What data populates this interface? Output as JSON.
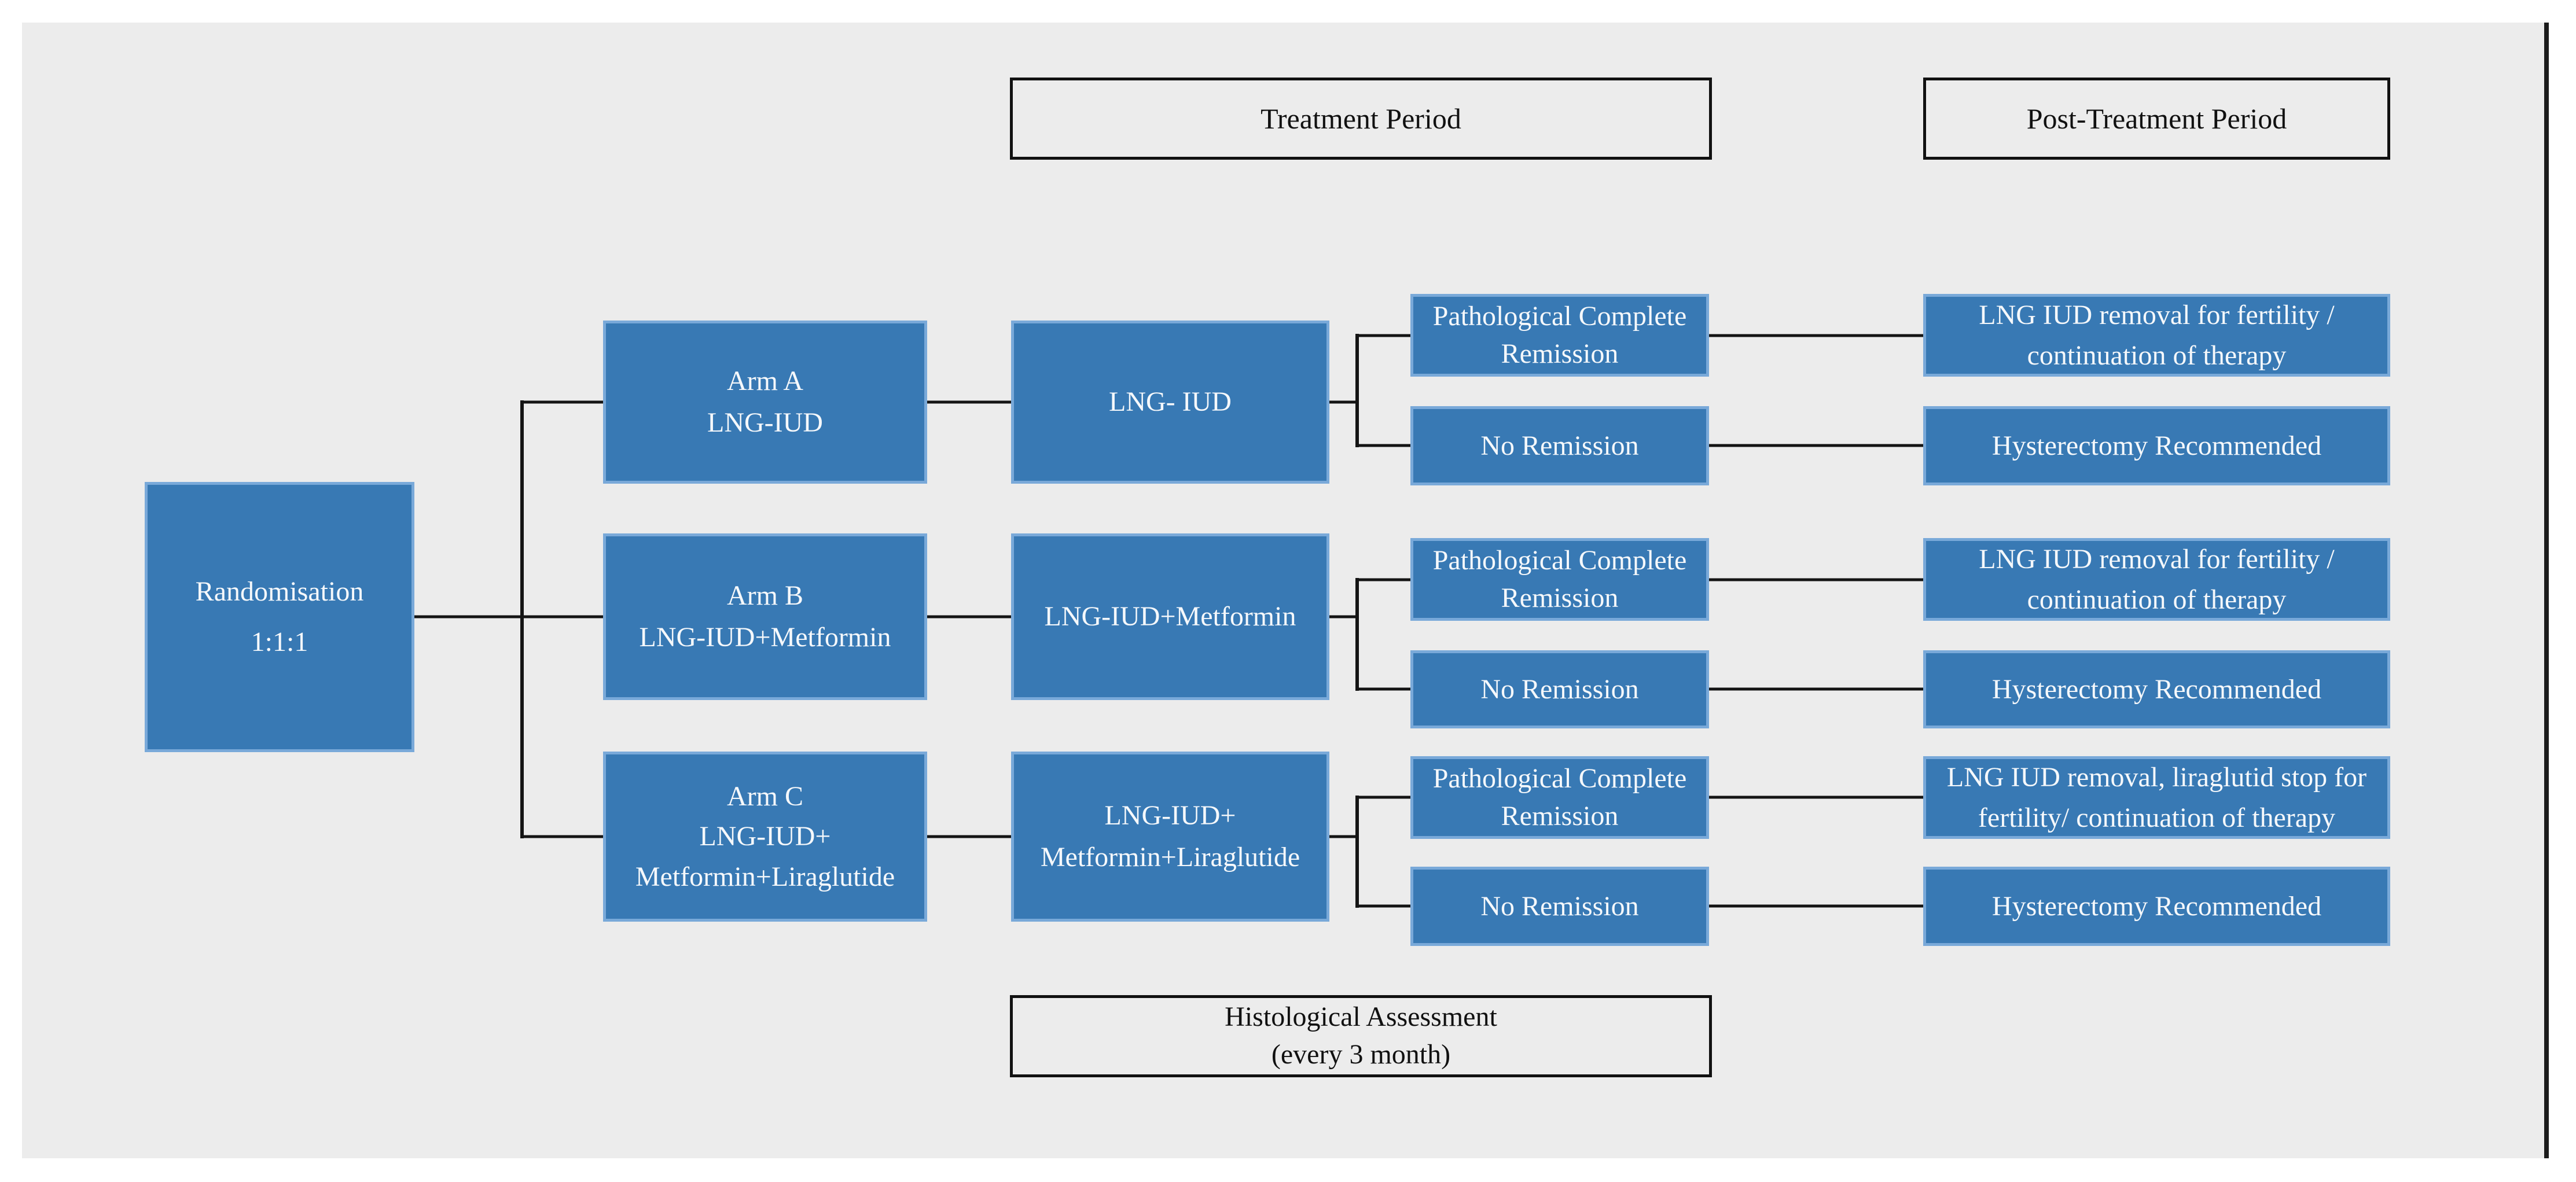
{
  "colors": {
    "panel_background": "#ECECEC",
    "box_fill": "#3879B4",
    "box_border": "#79A9D9",
    "connector": "#141414",
    "header_border": "#111111"
  },
  "headers": {
    "treatment_period": "Treatment Period",
    "post_treatment_period": "Post-Treatment Period"
  },
  "footer_box": {
    "lines": [
      "Histological Assessment",
      "(every 3 month)"
    ]
  },
  "flow": {
    "randomisation": {
      "lines": [
        "Randomisation",
        "1:1:1"
      ]
    },
    "arms": [
      {
        "lines": [
          "Arm A",
          "LNG-IUD"
        ]
      },
      {
        "lines": [
          "Arm B",
          "LNG-IUD+Metformin"
        ]
      },
      {
        "lines": [
          "Arm C",
          "LNG-IUD+",
          "Metformin+Liraglutide"
        ]
      }
    ],
    "treatments": [
      {
        "lines": [
          "LNG- IUD"
        ]
      },
      {
        "lines": [
          "LNG-IUD+Metformin"
        ]
      },
      {
        "lines": [
          "LNG-IUD+",
          "Metformin+Liraglutide"
        ]
      }
    ],
    "rows": [
      {
        "remission": "Pathological Complete Remission",
        "no_remission": "No Remission",
        "outcome_remission": "LNG IUD removal for fertility / continuation of therapy",
        "outcome_no_remission": "Hysterectomy Recommended"
      },
      {
        "remission": "Pathological Complete Remission",
        "no_remission": "No Remission",
        "outcome_remission": "LNG IUD removal for fertility / continuation of therapy",
        "outcome_no_remission": "Hysterectomy Recommended"
      },
      {
        "remission": "Pathological Complete Remission",
        "no_remission": "No Remission",
        "outcome_remission": "LNG IUD removal, liraglutid stop for fertility/  continuation of therapy",
        "outcome_no_remission": "Hysterectomy Recommended"
      }
    ]
  }
}
